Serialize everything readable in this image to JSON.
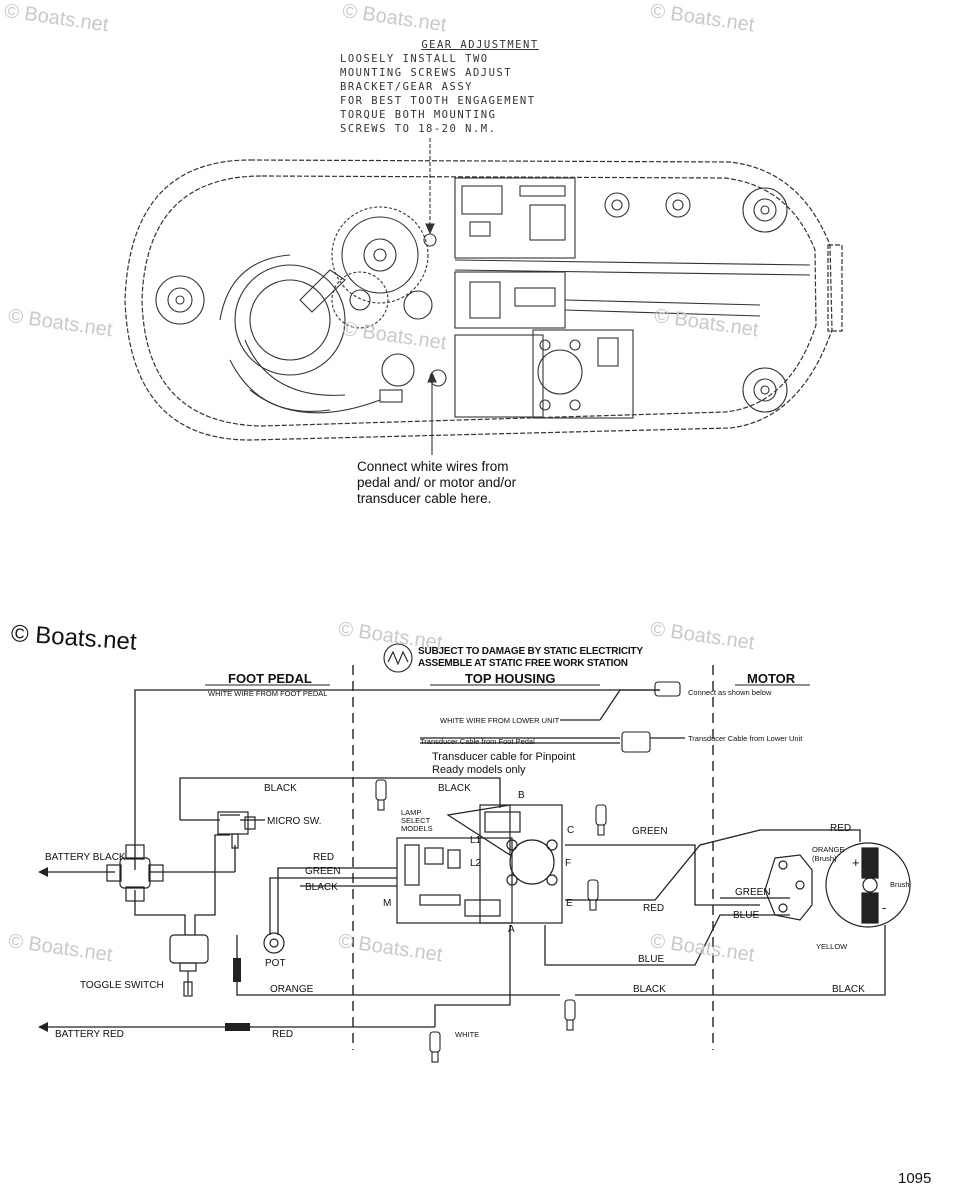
{
  "watermarks": {
    "small": "© Boats.net",
    "large": "© Boats.net"
  },
  "gear_adjustment": {
    "title": "GEAR ADJUSTMENT",
    "lines": [
      "LOOSELY INSTALL TWO",
      "MOUNTING SCREWS ADJUST",
      "BRACKET/GEAR ASSY",
      "FOR BEST TOOTH ENGAGEMENT",
      "TORQUE BOTH MOUNTING",
      "SCREWS TO 18-20 N.M."
    ]
  },
  "connect_note": {
    "lines": [
      "Connect white wires from",
      "pedal and/ or motor and/or",
      "transducer cable here."
    ]
  },
  "wiring": {
    "warning_line1": "SUBJECT TO DAMAGE BY STATIC ELECTRICITY",
    "warning_line2": "ASSEMBLE AT STATIC FREE WORK STATION",
    "sections": {
      "foot_pedal": "FOOT PEDAL",
      "top_housing": "TOP HOUSING",
      "motor": "MOTOR"
    },
    "notes": {
      "white_wire_foot_pedal": "WHITE WIRE FROM FOOT PEDAL",
      "white_wire_lower_unit": "WHITE WIRE FROM LOWER UNIT",
      "transducer_from_pedal": "Transducer Cable from Foot Pedal",
      "connect_as_shown": "Connect as shown below",
      "transducer_from_lower": "Transducer Cable from Lower Unit",
      "pinpoint_line1": "Transducer cable for Pinpoint",
      "pinpoint_line2": "Ready models only",
      "lamp_select": [
        "LAMP",
        "SELECT",
        "MODELS"
      ]
    },
    "labels": {
      "black_top": "BLACK",
      "black_top2": "BLACK",
      "micro_switch": "MICRO SW.",
      "battery_black": "BATTERY BLACK",
      "red_pot": "RED",
      "green_pot": "GREEN",
      "black_pot": "BLACK",
      "pot": "POT",
      "toggle_switch": "TOGGLE SWITCH",
      "orange": "ORANGE",
      "battery_red": "BATTERY RED",
      "red_bottom": "RED",
      "white_bottom": "WHITE",
      "green_right": "GREEN",
      "red_right": "RED",
      "blue_bottom": "BLUE",
      "black_bottom": "BLACK",
      "black_motor": "BLACK",
      "red_motor": "RED",
      "orange_brush": "ORANGE (Brush)",
      "green_motor": "GREEN",
      "blue_motor": "BLUE",
      "brush": "Brush",
      "yellow": "YELLOW",
      "terminal_b": "B",
      "terminal_c": "C",
      "terminal_f": "F",
      "terminal_e": "E",
      "terminal_a": "A",
      "terminal_m": "M",
      "l1": "L1",
      "l2": "L2",
      "plus": "+",
      "minus": "-"
    }
  },
  "page_number": "1095"
}
